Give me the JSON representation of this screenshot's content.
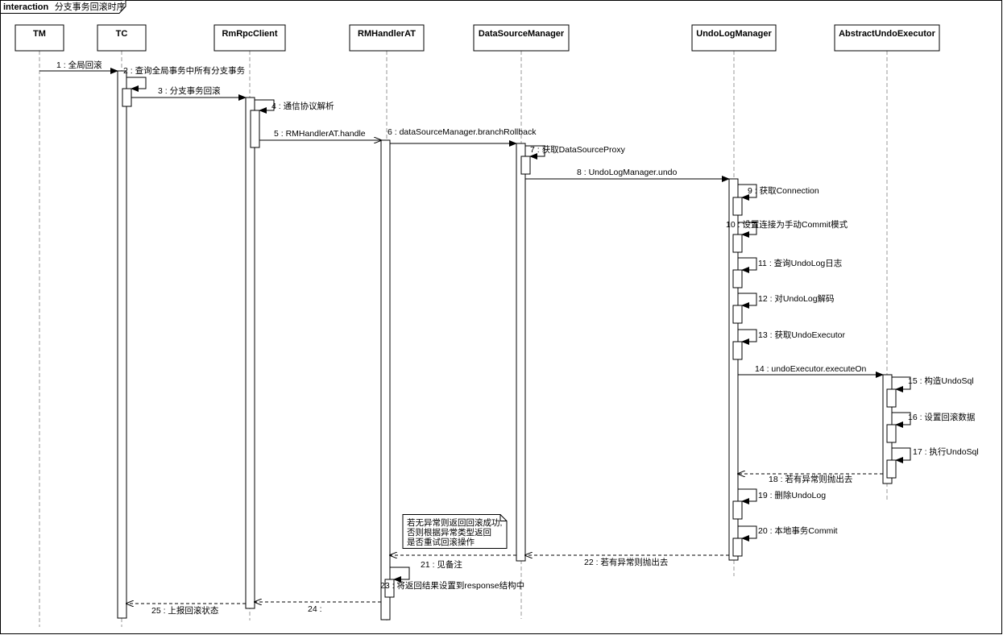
{
  "frame": {
    "keyword": "interaction",
    "name": "分支事务回滚时序"
  },
  "participants": [
    {
      "id": "tm",
      "label": "TM"
    },
    {
      "id": "tc",
      "label": "TC"
    },
    {
      "id": "rmrpc",
      "label": "RmRpcClient"
    },
    {
      "id": "rmhandler",
      "label": "RMHandlerAT"
    },
    {
      "id": "dsm",
      "label": "DataSourceManager"
    },
    {
      "id": "undolog",
      "label": "UndoLogManager"
    },
    {
      "id": "executor",
      "label": "AbstractUndoExecutor"
    }
  ],
  "messages": [
    {
      "from": "tm",
      "to": "tc",
      "label": "1 : 全局回滚",
      "kind": "sync"
    },
    {
      "from": "tc",
      "to": "tc",
      "label": "2 : 查询全局事务中所有分支事务",
      "kind": "self"
    },
    {
      "from": "tc",
      "to": "rmrpc",
      "label": "3 : 分支事务回滚",
      "kind": "sync"
    },
    {
      "from": "rmrpc",
      "to": "rmrpc",
      "label": "4 : 通信协议解析",
      "kind": "self"
    },
    {
      "from": "rmrpc",
      "to": "rmhandler",
      "label": "5 : RMHandlerAT.handle",
      "kind": "async"
    },
    {
      "from": "rmhandler",
      "to": "dsm",
      "label": "6 : dataSourceManager.branchRollback",
      "kind": "sync"
    },
    {
      "from": "dsm",
      "to": "dsm",
      "label": "7 : 获取DataSourceProxy",
      "kind": "self"
    },
    {
      "from": "dsm",
      "to": "undolog",
      "label": "8 : UndoLogManager.undo",
      "kind": "sync"
    },
    {
      "from": "undolog",
      "to": "undolog",
      "label": "9 : 获取Connection",
      "kind": "self"
    },
    {
      "from": "undolog",
      "to": "undolog",
      "label": "10 : 设置连接为手动Commit模式",
      "kind": "self"
    },
    {
      "from": "undolog",
      "to": "undolog",
      "label": "11 : 查询UndoLog日志",
      "kind": "self"
    },
    {
      "from": "undolog",
      "to": "undolog",
      "label": "12 : 对UndoLog解码",
      "kind": "self"
    },
    {
      "from": "undolog",
      "to": "undolog",
      "label": "13 : 获取UndoExecutor",
      "kind": "self"
    },
    {
      "from": "undolog",
      "to": "executor",
      "label": "14 : undoExecutor.executeOn",
      "kind": "sync"
    },
    {
      "from": "executor",
      "to": "executor",
      "label": "15 : 构造UndoSql",
      "kind": "self"
    },
    {
      "from": "executor",
      "to": "executor",
      "label": "16 : 设置回滚数据",
      "kind": "self"
    },
    {
      "from": "executor",
      "to": "executor",
      "label": "17 : 执行UndoSql",
      "kind": "self"
    },
    {
      "from": "executor",
      "to": "undolog",
      "label": "18 : 若有异常则抛出去",
      "kind": "return"
    },
    {
      "from": "undolog",
      "to": "undolog",
      "label": "19 : 删除UndoLog",
      "kind": "self"
    },
    {
      "from": "undolog",
      "to": "undolog",
      "label": "20 : 本地事务Commit",
      "kind": "self"
    },
    {
      "from": "dsm",
      "to": "rmhandler",
      "label": "21 : 见备注",
      "kind": "return"
    },
    {
      "from": "undolog",
      "to": "dsm",
      "label": "22 : 若有异常则抛出去",
      "kind": "return"
    },
    {
      "from": "rmhandler",
      "to": "rmhandler",
      "label": "23 : 将返回结果设置到response结构中",
      "kind": "self"
    },
    {
      "from": "rmhandler",
      "to": "rmrpc",
      "label": "24 :",
      "kind": "return"
    },
    {
      "from": "rmrpc",
      "to": "tc",
      "label": "25 : 上报回滚状态",
      "kind": "return"
    }
  ],
  "note": {
    "lines": [
      "若无异常则返回回滚成功,",
      "否则根据异常类型返回",
      "是否重试回滚操作"
    ]
  }
}
